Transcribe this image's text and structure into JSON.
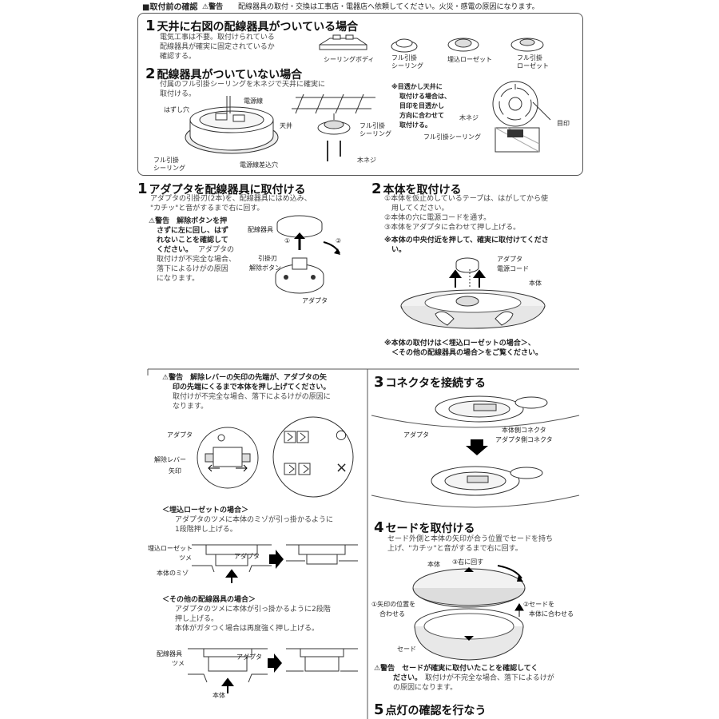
{
  "header": {
    "title": "■取付前の確認",
    "warning_mark": "⚠警告",
    "text": "配線器具の取付・交換は工事店・電器店へ依頼してください。火災・感電の原因になります。"
  },
  "pre": {
    "s1": {
      "num": "1",
      "title": "天井に右図の配線器具がついている場合",
      "body": [
        "電気工事は不要。取付けられている",
        "配線器具が確実に固定されているか",
        "確認する。"
      ],
      "fixtures": [
        "シーリングボディ",
        "フル引掛\nシーリング",
        "埋込ローゼット",
        "フル引掛\nローゼット"
      ]
    },
    "s2": {
      "num": "2",
      "title": "配線器具がついていない場合",
      "body": [
        "付属のフル引掛シーリングを木ネジで天井に確実に",
        "取付ける。"
      ],
      "labels": {
        "hole": "はずし穴",
        "power_wire": "電源線",
        "full_ceiling": "フル引掛\nシーリング",
        "insert_hole": "電源線差込穴",
        "ceiling": "天井",
        "full_ceiling2": "フル引掛\nシーリング",
        "wood_screw": "木ネジ",
        "wood_screw2": "木ネジ",
        "full_ceiling3": "フル引掛シーリング",
        "mark": "目印"
      },
      "note": [
        "※目透かし天井に",
        "取付ける場合は、",
        "目印を目透かし",
        "方向に合わせて",
        "取付ける。"
      ]
    }
  },
  "step1": {
    "num": "1",
    "title": "アダプタを配線器具に取付ける",
    "body": [
      "アダプタの引掛刃(2本)を、配線器具にはめ込み、",
      "\"カチッ\"と音がするまで右に回す。"
    ],
    "warn_bold": [
      "⚠警告　解除ボタンを押",
      "さずに左に回し、はず",
      "れないことを確認して",
      "ください。"
    ],
    "warn_rest": [
      "アダプタの",
      "取付けが不完全な場合、",
      "落下によるけがの原因",
      "になります。"
    ],
    "labels": {
      "fixture": "配線器具",
      "blade": "引掛刃",
      "release": "解除ボタン",
      "adapter": "アダプタ",
      "c1": "①",
      "c2": "②"
    }
  },
  "step2": {
    "num": "2",
    "title": "本体を取付ける",
    "body": [
      "①本体を仮止めしているテープは、はがしてから使",
      "　用してください。",
      "②本体の穴に電源コードを通す。",
      "③本体をアダプタに合わせて押し上げる。"
    ],
    "note_bold": [
      "※本体の中央付近を押して、確実に取付けてくださ",
      "い。"
    ],
    "labels": {
      "adapter": "アダプタ",
      "cord": "電源コード",
      "body": "本体"
    },
    "note2": [
      "※本体の取付けは＜埋込ローゼットの場合＞、",
      "　＜その他の配線器具の場合＞をご覧ください。"
    ]
  },
  "lever": {
    "warn_bold": [
      "⚠警告　解除レバーの矢印の先端が、アダプタの矢",
      "印の先端にくるまで本体を押し上げてください。"
    ],
    "warn_rest": [
      "取付けが不完全な場合、落下によるけがの原因に",
      "なります。"
    ],
    "labels": {
      "adapter": "アダプタ",
      "lever": "解除レバー",
      "arrow": "矢印",
      "ok": "○",
      "ng": "×"
    }
  },
  "embedded": {
    "title": "＜埋込ローゼットの場合＞",
    "body": [
      "アダプタのツメに本体のミゾが引っ掛かるように",
      "1段階押し上げる。"
    ],
    "labels": {
      "rosette": "埋込ローゼット",
      "claw": "ツメ",
      "adapter": "アダプタ",
      "groove": "本体のミゾ"
    }
  },
  "other": {
    "title": "＜その他の配線器具の場合＞",
    "body": [
      "アダプタのツメに本体が引っ掛かるように2段階",
      "押し上げる。",
      "本体がガタつく場合は再度強く押し上げる。"
    ],
    "labels": {
      "fixture": "配線器具",
      "claw": "ツメ",
      "adapter": "アダプタ",
      "body": "本体"
    }
  },
  "step3": {
    "num": "3",
    "title": "コネクタを接続する",
    "labels": {
      "adapter": "アダプタ",
      "body_conn": "本体側コネクタ",
      "adapter_conn": "アダプタ側コネクタ"
    }
  },
  "step4": {
    "num": "4",
    "title": "セードを取付ける",
    "body": [
      "セード外側と本体の矢印が合う位置でセードを持ち",
      "上げ、\"カチッ\"と音がするまで右に回す。"
    ],
    "labels": {
      "body": "本体",
      "turn": "③右に回す",
      "align1": [
        "①矢印の位置を",
        "合わせる"
      ],
      "align2": [
        "②セードを",
        "本体に合わせる"
      ],
      "shade": "セード"
    },
    "warn_bold": [
      "⚠警告　セードが確実に取付いたことを確認してく",
      "ださい。"
    ],
    "warn_rest": [
      "取付けが不完全な場合、落下によるけが",
      "の原因になります。"
    ]
  },
  "step5": {
    "num": "5",
    "title": "点灯の確認を行なう"
  }
}
